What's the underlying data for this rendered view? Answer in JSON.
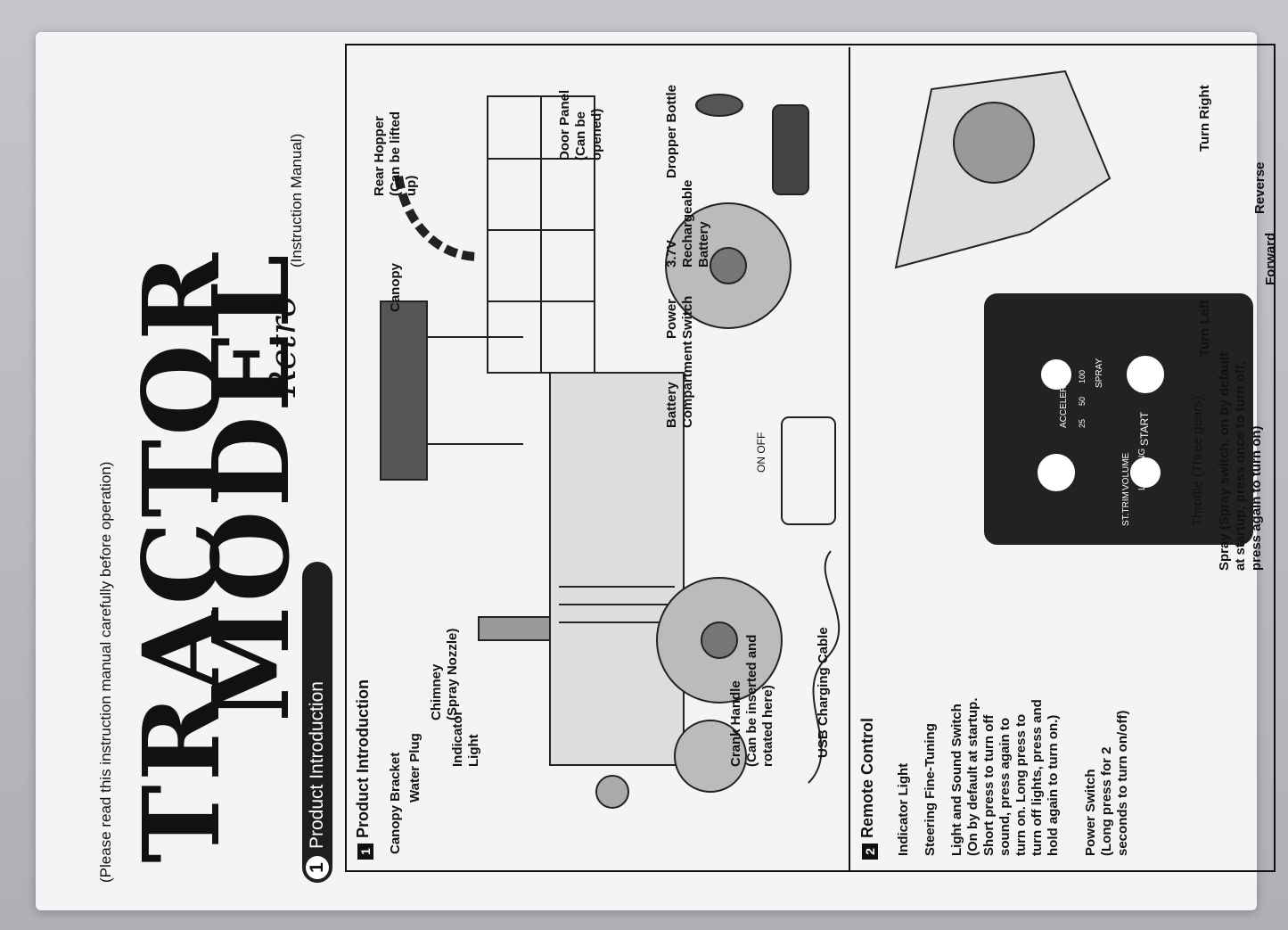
{
  "header": {
    "pre_note": "(Please read this instruction manual carefully before operation)",
    "logo_line1": "TRACTOR",
    "logo_line2": "MODEL",
    "logo_script": "Retro",
    "manual_note": "(Instruction Manual)"
  },
  "section": {
    "number": "1",
    "title": "Product Introduction"
  },
  "product": {
    "heading_number": "1",
    "heading": "Product Introduction",
    "labels": {
      "canopy_bracket": "Canopy Bracket",
      "water_plug": "Water Plug",
      "chimney": "Chimney\n(Spray Nozzle)",
      "indicator_light": "Indicator\nLight",
      "canopy": "Canopy",
      "rear_hopper": "Rear Hopper\n(Can be lifted\nup)",
      "door_panel": "Door Panel\n(Can be\nopened)",
      "dropper_bottle": "Dropper Bottle",
      "battery_3v7": "3.7V\nRechargeable\nBattery",
      "power_switch": "Power\nSwitch",
      "battery_compartment": "Battery\nCompartment",
      "on_off": "ON  OFF",
      "crank_handle": "Crank Handle\n(Can be inserted and\nrotated here)",
      "usb_cable": "USB Charging Cable"
    }
  },
  "remote": {
    "heading_number": "2",
    "heading": "Remote Control",
    "labels": {
      "turn_left": "Turn Left",
      "turn_right": "Turn Right",
      "reverse": "Reverse",
      "forward": "Forward",
      "throttle": "Throttle (Three gears)",
      "indicator_light": "Indicator Light",
      "steering": "Steering Fine-Tuning",
      "light_sound": "Light and Sound Switch\n(On by default at startup.\nShort press to turn off\nsound, press again to\nturn on. Long press to\nturn off lights, press and\nhold again to turn on.)",
      "power_switch": "Power Switch\n(Long press for 2\nseconds to turn on/off)",
      "spray": "Spray (Spray switch, on by default\nat startup, press once to turn off,\npress again to turn on)"
    },
    "panel": {
      "accelerator": "ACCELERATOR",
      "spray": "SPRAY",
      "st_trim": "ST.TRIM",
      "volume": "VOLUME\nLIGHTING",
      "start": "START",
      "g25": "25",
      "g50": "50",
      "g100": "100"
    }
  }
}
